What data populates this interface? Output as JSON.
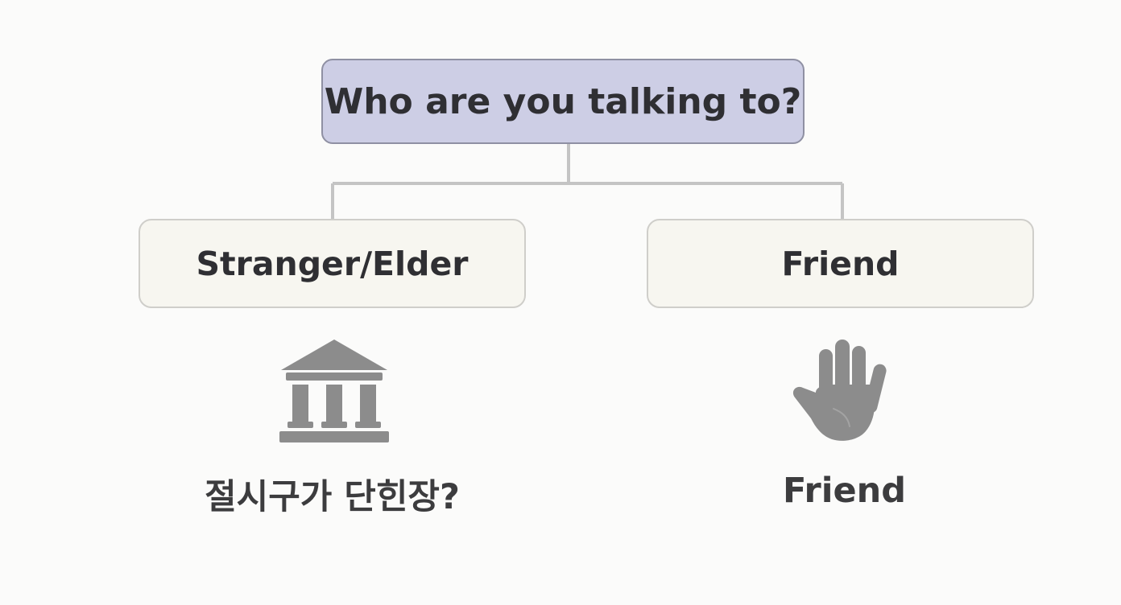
{
  "colors": {
    "background": "#fbfbfa",
    "root_fill": "#cdcee5",
    "root_border": "#8f90a3",
    "child_fill": "#f7f6f0",
    "child_border": "#cfceca",
    "connector": "#c4c4c4",
    "icon": "#8c8c8c",
    "text": "#2f2f33"
  },
  "diagram": {
    "root": {
      "label": "Who are you talking to?"
    },
    "branches": [
      {
        "label": "Stranger/Elder",
        "icon": "building-icon",
        "caption": "절시구가 단힌장?"
      },
      {
        "label": "Friend",
        "icon": "hand-icon",
        "caption": "Friend"
      }
    ]
  }
}
